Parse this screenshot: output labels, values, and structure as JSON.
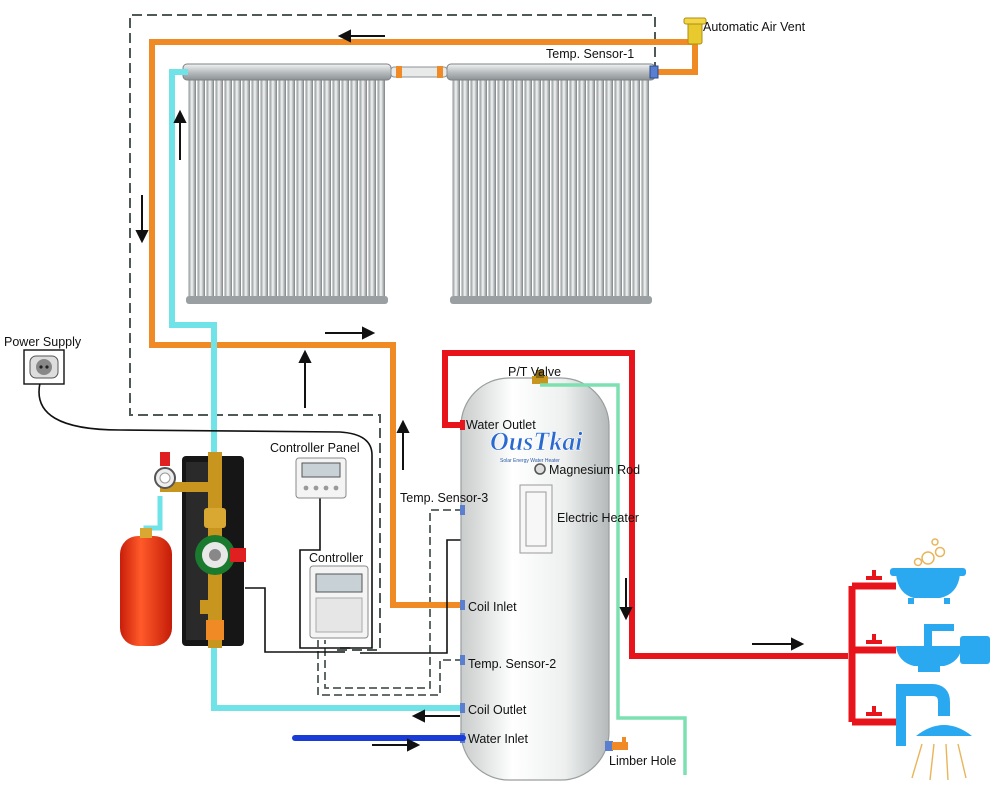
{
  "labels": {
    "automatic_air_vent": "Automatic Air Vent",
    "temp_sensor_1": "Temp. Sensor-1",
    "power_supply": "Power Supply",
    "pt_valve": "P/T Valve",
    "water_outlet": "Water Outlet",
    "magnesium_rod": "Magnesium Rod",
    "controller_panel": "Controller Panel",
    "temp_sensor_3": "Temp. Sensor-3",
    "electric_heater": "Electric Heater",
    "controller": "Controller",
    "coil_inlet": "Coil Inlet",
    "temp_sensor_2": "Temp. Sensor-2",
    "coil_outlet": "Coil Outlet",
    "water_inlet": "Water Inlet",
    "limber_hole": "Limber Hole"
  },
  "brand": {
    "logo_text": "OusTkai",
    "tagline": "Solar Energy Water Heater"
  },
  "colors": {
    "hot_loop": "#f08a24",
    "cold_loop": "#6fe3e8",
    "hot_water": "#e8141c",
    "cold_inlet": "#1a3cd6",
    "tank_inlet_line": "#7de0b0",
    "sensor_cable": "#4f5a58",
    "signal_wire": "#111111",
    "expansion_tank": "#f0381c"
  }
}
